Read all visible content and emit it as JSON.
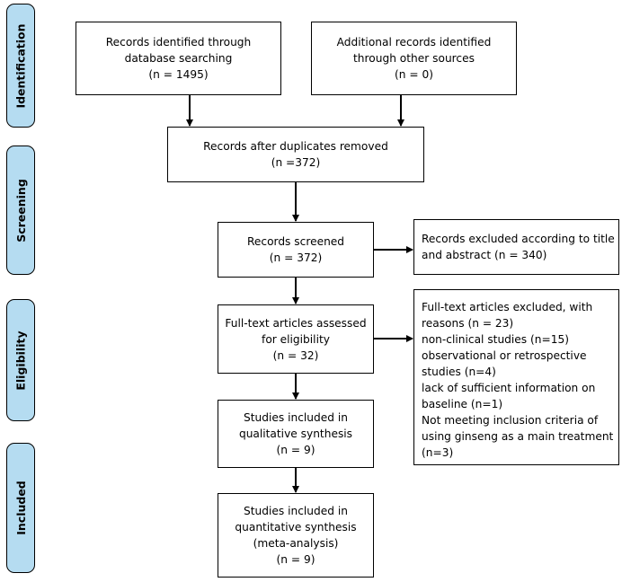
{
  "stages": {
    "identification": "Identification",
    "screening": "Screening",
    "eligibility": "Eligibility",
    "included": "Included"
  },
  "boxes": {
    "database": [
      "Records identified through",
      "database searching",
      "(n = 1495)"
    ],
    "other_sources": [
      "Additional records identified",
      "through other sources",
      "(n = 0)"
    ],
    "duplicates_removed": [
      "Records after duplicates removed",
      "(n =372)"
    ],
    "screened": [
      "Records screened",
      "(n = 372)"
    ],
    "excluded_title": [
      "Records excluded according to title",
      "and abstract (n = 340)"
    ],
    "fulltext_assessed": [
      "Full-text articles assessed",
      "for eligibility",
      "(n = 32)"
    ],
    "fulltext_excluded": [
      "Full-text articles excluded, with",
      "reasons (n = 23)",
      "non-clinical studies (n=15)",
      "observational or retrospective",
      "studies (n=4)",
      "lack of sufficient information on",
      "baseline (n=1)",
      "Not meeting inclusion criteria of",
      "using ginseng as a main treatment",
      "(n=3)"
    ],
    "qualitative": [
      "Studies included in",
      "qualitative synthesis",
      "(n = 9)"
    ],
    "quantitative": [
      "Studies included in",
      "quantitative synthesis",
      "(meta-analysis)",
      "(n = 9)"
    ]
  }
}
